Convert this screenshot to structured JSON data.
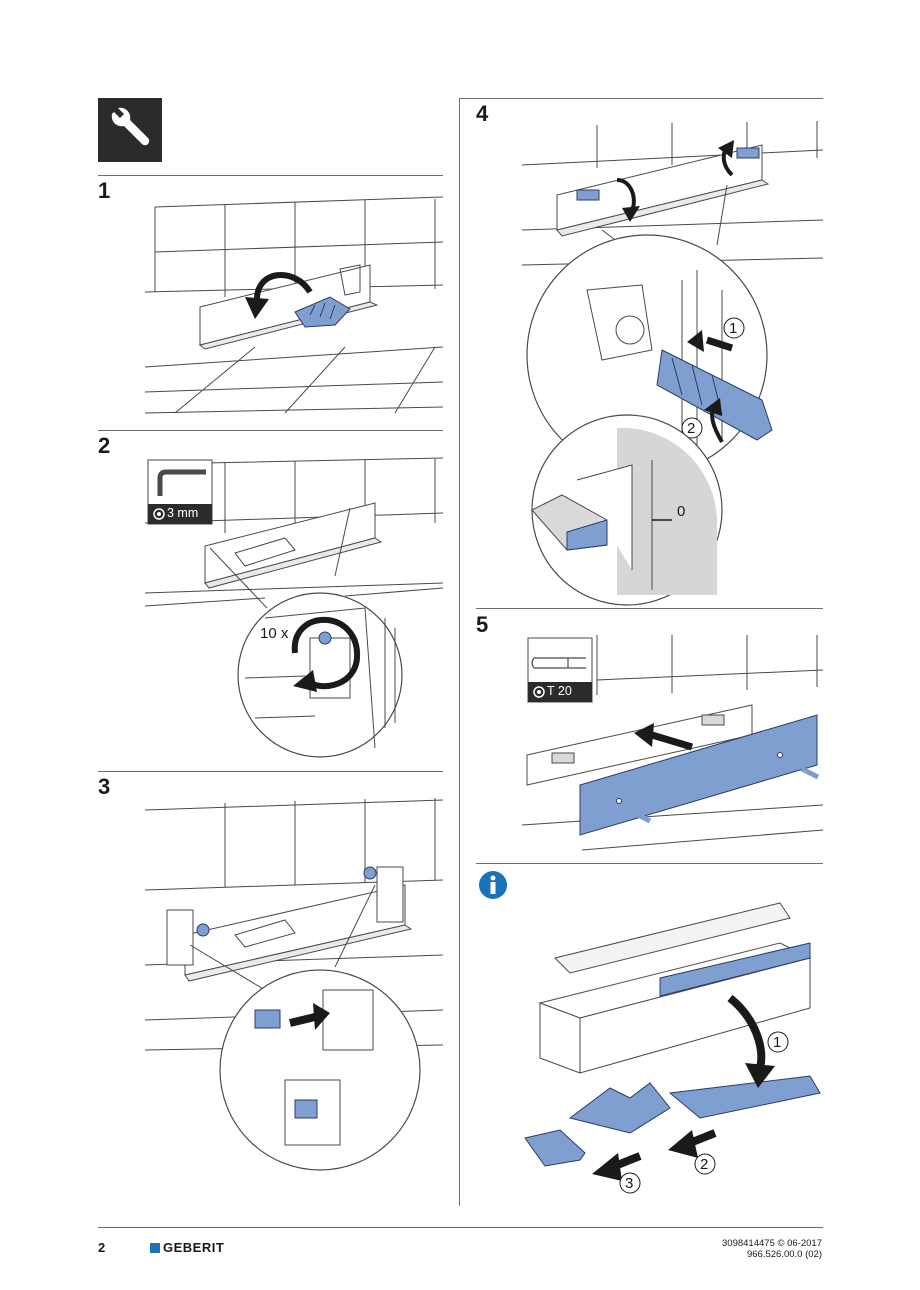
{
  "page": {
    "number": "2"
  },
  "brand": {
    "name": "GEBERIT",
    "color": "#1a73b8"
  },
  "doc": {
    "ref_line1": "3098414475 © 06-2017",
    "ref_line2": "966.526.00.0 (02)"
  },
  "colors": {
    "part_blue": "#7f9fd0",
    "line": "#4a4a4a",
    "grey_panel": "#d6d6d6",
    "info_blue": "#1a73b8"
  },
  "icons": {
    "tools": "wrench-icon",
    "info": "info-icon",
    "hex_key": "hex-key-icon",
    "torx": "torx-screwdriver-icon"
  },
  "steps": [
    {
      "number": "1"
    },
    {
      "number": "2",
      "tool_label": "3 mm",
      "repeat": "10 x"
    },
    {
      "number": "3"
    },
    {
      "number": "4",
      "callout_1": "1",
      "callout_2": "2",
      "gap": "0"
    },
    {
      "number": "5",
      "tool_label": "T 20"
    }
  ],
  "info_section": {
    "callout_1": "1",
    "callout_2": "2",
    "callout_3": "3"
  }
}
